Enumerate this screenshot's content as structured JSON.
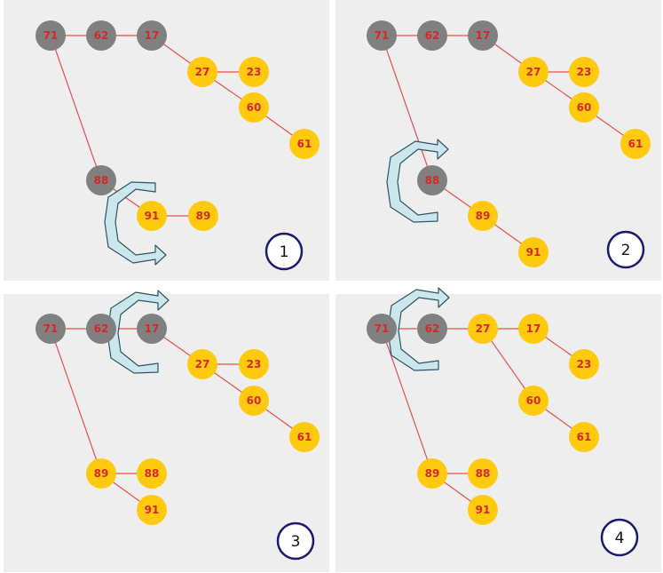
{
  "colors": {
    "panel_bg": "#EEEEEE",
    "gray_node": "#808080",
    "yellow_node": "#FFC90E",
    "node_text": "#D62828",
    "edge": "#E8504A",
    "arrow_fill": "#C9E6EA",
    "arrow_stroke": "#2E5566",
    "badge_stroke": "#1A1A6E",
    "badge_text": "#111111"
  },
  "panels": [
    {
      "number": "1",
      "rotation_arrow": "clockwise-rotation-arrow-icon",
      "gray_nodes": [
        "71",
        "62",
        "17",
        "88"
      ],
      "yellow_nodes": [
        "27",
        "23",
        "60",
        "61",
        "91",
        "89"
      ],
      "edges": [
        [
          "71",
          "62"
        ],
        [
          "62",
          "17"
        ],
        [
          "17",
          "27"
        ],
        [
          "27",
          "23"
        ],
        [
          "27",
          "60"
        ],
        [
          "60",
          "61"
        ],
        [
          "71",
          "88"
        ],
        [
          "88",
          "91"
        ],
        [
          "91",
          "89"
        ]
      ]
    },
    {
      "number": "2",
      "rotation_arrow": "clockwise-rotation-arrow-icon",
      "gray_nodes": [
        "71",
        "62",
        "17",
        "88"
      ],
      "yellow_nodes": [
        "27",
        "23",
        "60",
        "61",
        "89",
        "91"
      ],
      "edges": [
        [
          "71",
          "62"
        ],
        [
          "62",
          "17"
        ],
        [
          "17",
          "27"
        ],
        [
          "27",
          "23"
        ],
        [
          "27",
          "60"
        ],
        [
          "60",
          "61"
        ],
        [
          "71",
          "88"
        ],
        [
          "88",
          "89"
        ],
        [
          "89",
          "91"
        ]
      ]
    },
    {
      "number": "3",
      "rotation_arrow": "counterclockwise-rotation-arrow-icon",
      "gray_nodes": [
        "71",
        "62",
        "17"
      ],
      "yellow_nodes": [
        "27",
        "23",
        "60",
        "61",
        "89",
        "88",
        "91"
      ],
      "edges": [
        [
          "71",
          "62"
        ],
        [
          "62",
          "17"
        ],
        [
          "17",
          "27"
        ],
        [
          "27",
          "23"
        ],
        [
          "27",
          "60"
        ],
        [
          "60",
          "61"
        ],
        [
          "71",
          "89"
        ],
        [
          "89",
          "88"
        ],
        [
          "89",
          "91"
        ]
      ]
    },
    {
      "number": "4",
      "rotation_arrow": "counterclockwise-rotation-arrow-icon",
      "gray_nodes": [
        "71",
        "62"
      ],
      "yellow_nodes": [
        "27",
        "17",
        "23",
        "60",
        "61",
        "89",
        "88",
        "91"
      ],
      "edges": [
        [
          "71",
          "62"
        ],
        [
          "62",
          "27"
        ],
        [
          "27",
          "17"
        ],
        [
          "17",
          "23"
        ],
        [
          "27",
          "60"
        ],
        [
          "60",
          "61"
        ],
        [
          "71",
          "89"
        ],
        [
          "89",
          "88"
        ],
        [
          "89",
          "91"
        ]
      ]
    }
  ]
}
